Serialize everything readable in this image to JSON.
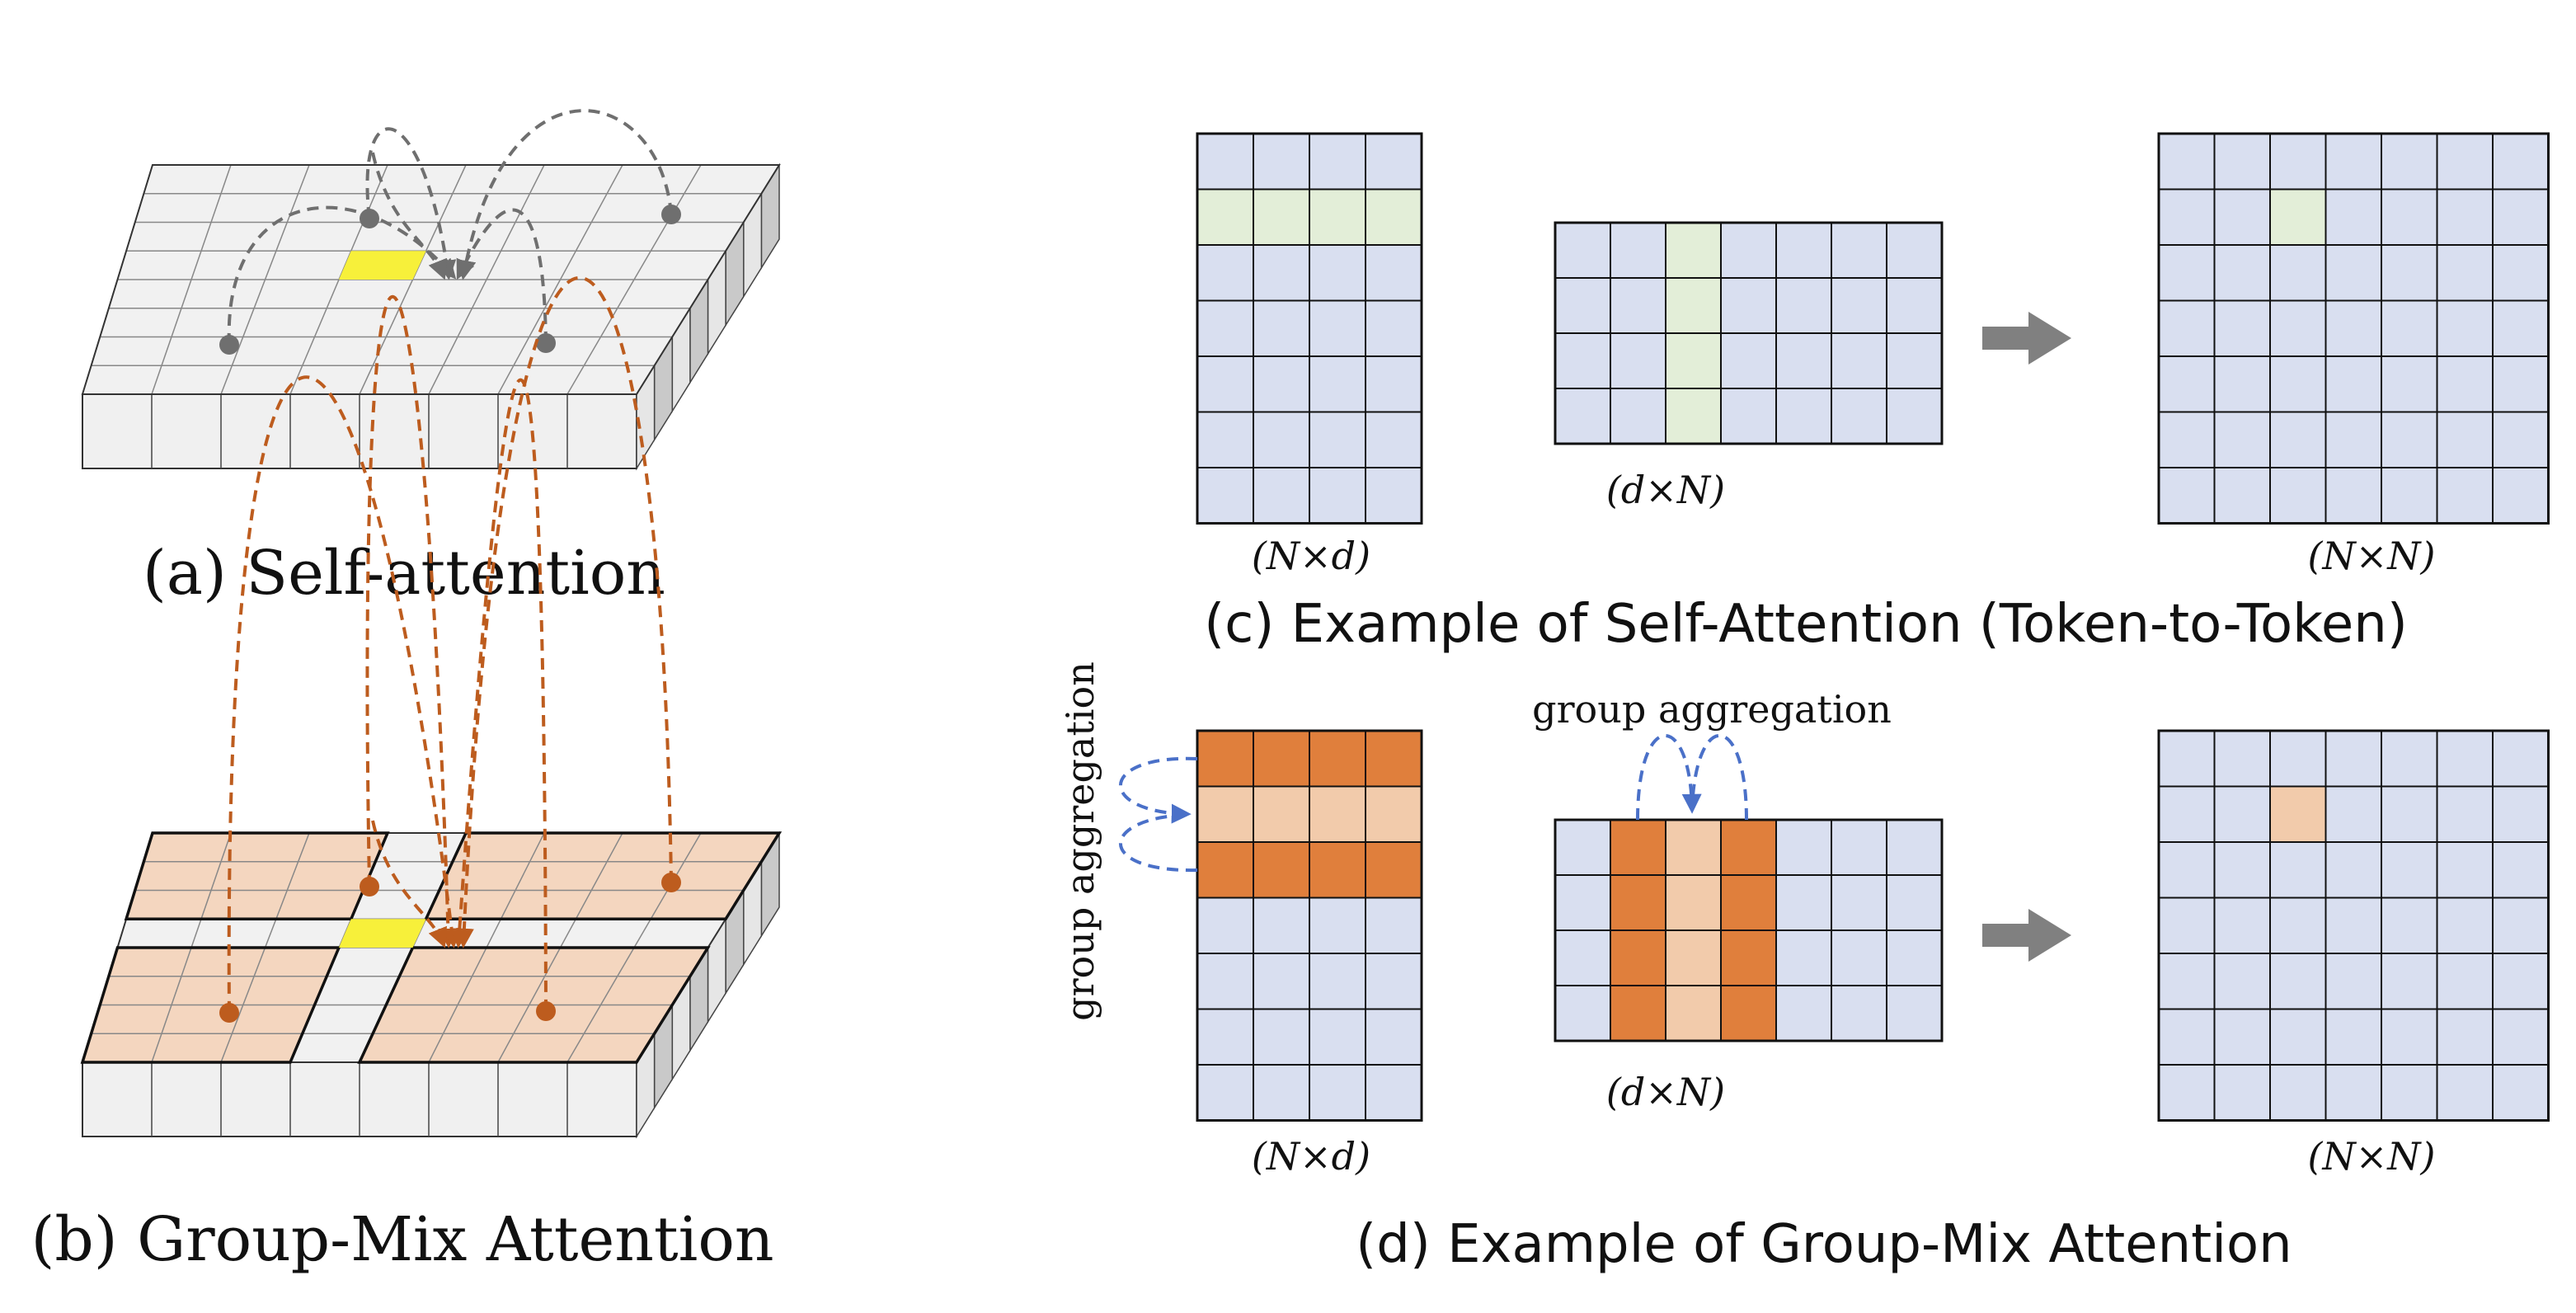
{
  "panels": {
    "a": {
      "caption": "(a) Self-attention"
    },
    "b": {
      "caption": "(b) Group-Mix Attention"
    },
    "c": {
      "caption": "(c) Example of Self-Attention (Token-to-Token)",
      "q_label": "(N×d)",
      "k_label": "(d×N)",
      "out_label": "(N×N)"
    },
    "d": {
      "caption": "(d) Example of Group-Mix Attention",
      "side_annotation": "group aggregation",
      "top_annotation": "group aggregation",
      "q_label": "(N×d)",
      "k_label": "(d×N)",
      "out_label": "(N×N)"
    }
  },
  "matrices": {
    "q": {
      "rows": 7,
      "cols": 4
    },
    "k": {
      "rows": 4,
      "cols": 7
    },
    "out": {
      "rows": 7,
      "cols": 7
    }
  },
  "colors": {
    "cell_base": "#d9dff0",
    "highlight_green": "#e3eed8",
    "group_dark": "#e07f3c",
    "group_light": "#f2cbab",
    "grid_top": "#f1f1f1",
    "group_patch": "#f4d6bf",
    "target_yellow": "#f7f03a",
    "arc_gray": "#6f6f6f",
    "arc_orange": "#bd5c1e",
    "arc_blue": "#4a70c8",
    "arrow_gray": "#808080"
  }
}
